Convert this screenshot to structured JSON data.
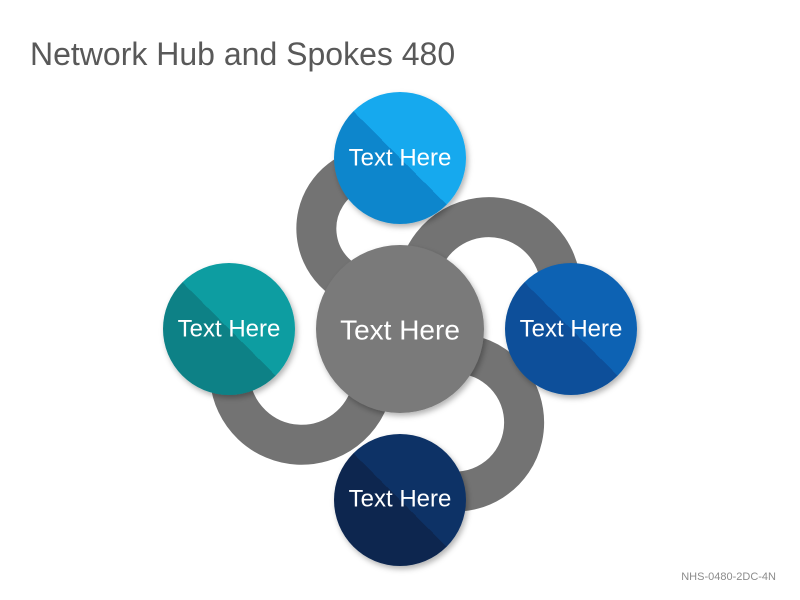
{
  "title": "Network Hub and Spokes 480",
  "code": "NHS-0480-2DC-4N",
  "hub": {
    "label": "Text Here",
    "color": "#7a7a7a"
  },
  "spokes": [
    {
      "id": "top",
      "label": "Text Here",
      "color_light": "#17a9ee",
      "color_dark": "#0a7fc4"
    },
    {
      "id": "right",
      "label": "Text Here",
      "color_light": "#0b62b3",
      "color_dark": "#084e92"
    },
    {
      "id": "bottom",
      "label": "Text Here",
      "color_light": "#0d3266",
      "color_dark": "#07214a"
    },
    {
      "id": "left",
      "label": "Text Here",
      "color_light": "#0a9da1",
      "color_dark": "#067a80"
    }
  ],
  "connector_color": "#737373"
}
